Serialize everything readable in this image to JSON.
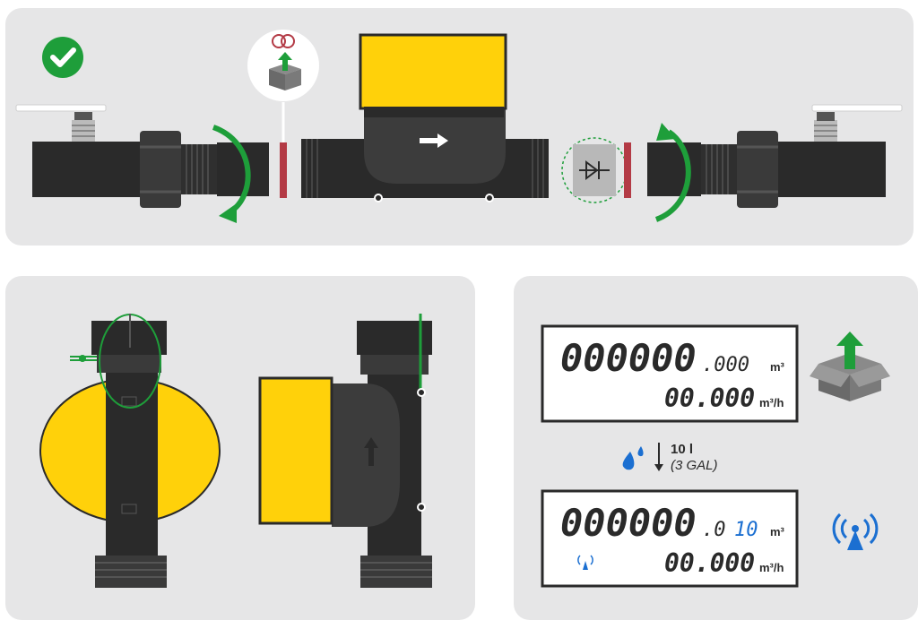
{
  "display_top": {
    "reading": "000000",
    "decimals": ".000",
    "unit": "m³",
    "flow_reading": "00.000",
    "flow_unit": "m³/h"
  },
  "pulse": {
    "volume": "10 l",
    "volume_alt": "(3 GAL)"
  },
  "display_bottom": {
    "reading": "000000",
    "decimals": ".0",
    "decimals_highlight": "10",
    "unit": "m³",
    "flow_reading": "00.000",
    "flow_unit": "m³/h"
  },
  "icons": {
    "success": "check-circle-icon",
    "unbox": "unbox-icon",
    "seal": "seal-rings-icon",
    "check_valve": "check-valve-icon",
    "radio": "radio-antenna-icon",
    "drops": "water-drops-icon"
  },
  "colors": {
    "panel_bg": "#e6e6e7",
    "pipe": "#2a2a2a",
    "meter_yellow": "#ffd10a",
    "green": "#1e9e3a",
    "gasket": "#b33a45",
    "blue": "#1b6fd1"
  }
}
